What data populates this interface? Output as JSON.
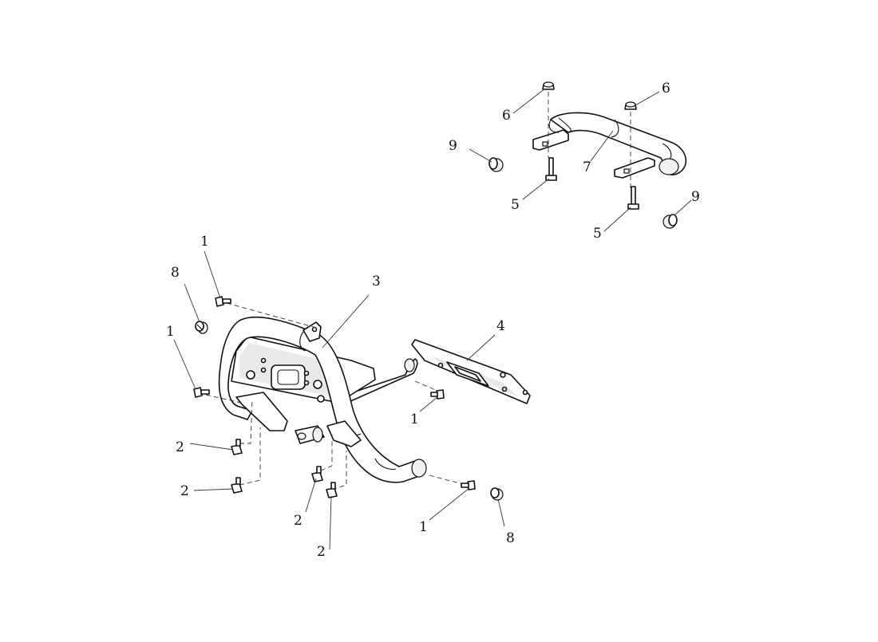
{
  "callouts": {
    "c1a": "1",
    "c1b": "1",
    "c1c": "1",
    "c1d": "1",
    "c2a": "2",
    "c2b": "2",
    "c2c": "2",
    "c2d": "2",
    "c3": "3",
    "c4": "4",
    "c5a": "5",
    "c5b": "5",
    "c6a": "6",
    "c6b": "6",
    "c7": "7",
    "c8a": "8",
    "c8b": "8",
    "c9a": "9",
    "c9b": "9"
  }
}
